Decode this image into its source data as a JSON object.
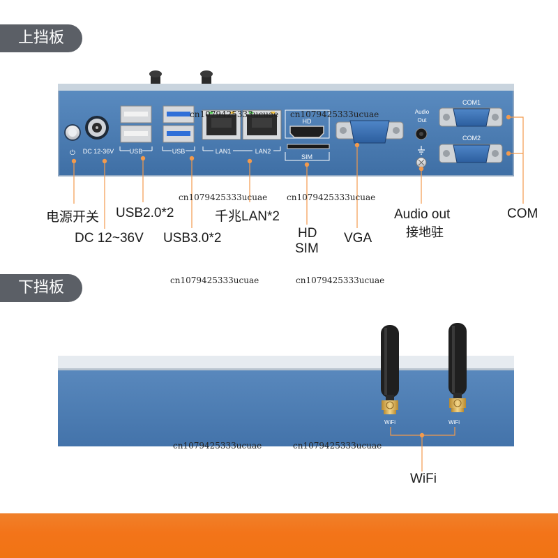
{
  "top_panel": {
    "title": "上挡板",
    "silk": {
      "power": "⏻",
      "dc": "DC 12-36V",
      "usb_a": "USB",
      "usb_b": "USB",
      "lan1": "LAN1",
      "lan2": "LAN2",
      "hd": "HD",
      "sim": "SIM",
      "audio_line1": "Audio",
      "audio_line2": "Out",
      "com1": "COM1",
      "com2": "COM2"
    },
    "callouts": {
      "power": "电源开关",
      "dc": "DC 12~36V",
      "usb2": "USB2.0*2",
      "usb3": "USB3.0*2",
      "lan": "千兆LAN*2",
      "hd": "HD",
      "sim": "SIM",
      "vga": "VGA",
      "audio": "Audio out",
      "ground": "接地驻",
      "com": "COM"
    }
  },
  "bottom_panel": {
    "title": "下挡板",
    "antenna_label_1": "WiFi",
    "antenna_label_2": "WiFi",
    "callout_wifi": "WiFi"
  },
  "watermarks": [
    "cn1079425333ucuae",
    "cn1079425333ucuae",
    "cn1079425333ucuae",
    "cn1079425333ucuae",
    "cn1079425333ucuae",
    "cn1079425333ucuae",
    "cn1079425333ucuae",
    "cn1079425333ucuae"
  ],
  "colors": {
    "panel_blue": "#4a7db3",
    "callout_orange": "#f39a4c",
    "bottom_strip": "#f37419",
    "tag_gray": "#5b5f66"
  }
}
